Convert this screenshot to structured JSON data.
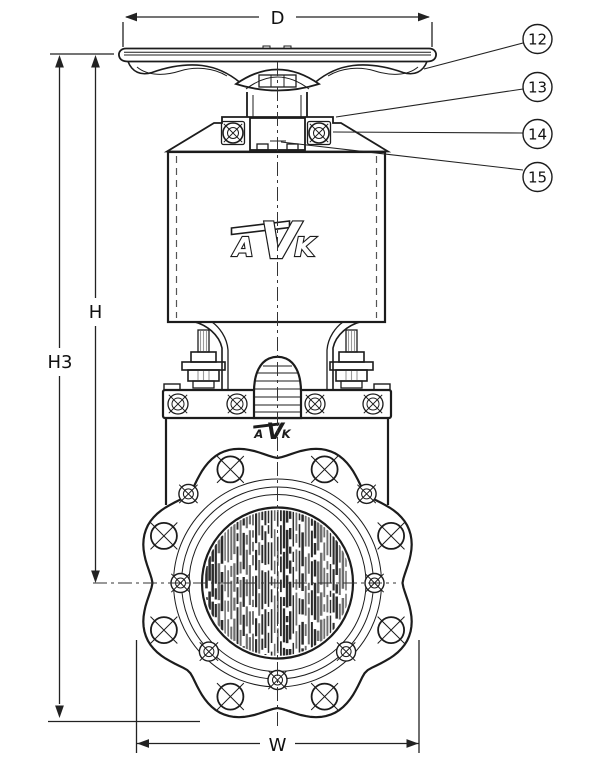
{
  "labels": {
    "diameter": "D",
    "height_h": "H",
    "height_h3": "H3",
    "width_w": "W"
  },
  "callouts": [
    {
      "number": "12"
    },
    {
      "number": "13"
    },
    {
      "number": "14"
    },
    {
      "number": "15"
    }
  ],
  "logo": {
    "letters": [
      "A",
      "V",
      "K"
    ],
    "small_letters": [
      "A",
      "V",
      "K"
    ]
  },
  "colors": {
    "background": "#ffffff",
    "line": "#1c1c1c",
    "dimension": "#222222",
    "shade": "#9a9a9a",
    "hatch_dark": "#2b2b2b",
    "hatch_light": "#6f6f6f"
  }
}
